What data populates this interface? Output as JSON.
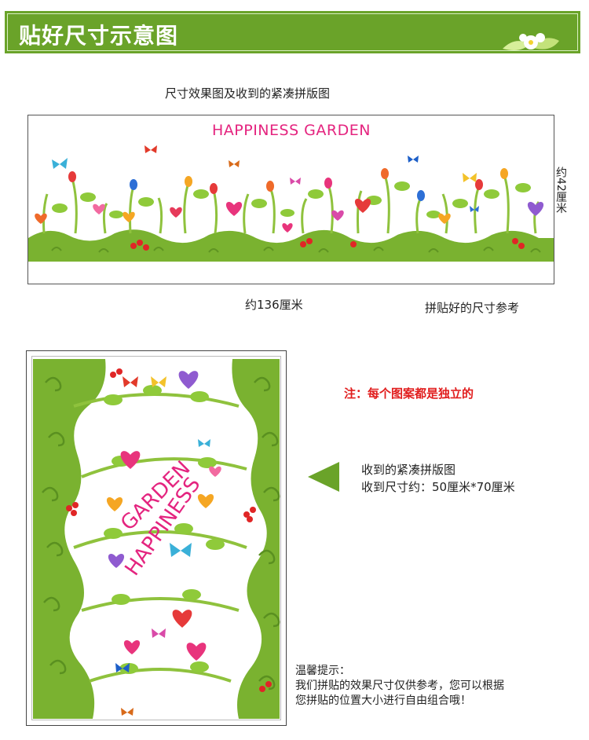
{
  "header": {
    "title": "贴好尺寸示意图"
  },
  "section1": {
    "caption": "尺寸效果图及收到的紧凑拼版图",
    "sticker_title": "HAPPINESS GARDEN",
    "height_label": "约42厘米",
    "width_label": "约136厘米",
    "reference_label": "拼贴好的尺寸参考"
  },
  "section2": {
    "arc_word1": "GARDEN",
    "arc_word2": "HAPPINESS",
    "note": "注：每个图案都是独立的",
    "received_line1": "收到的紧凑拼版图",
    "received_line2": "收到尺寸约：50厘米*70厘米"
  },
  "tips": {
    "title": "温馨提示：",
    "line1": "我们拼贴的效果尺寸仅供参考，您可以根据",
    "line2": "您拼贴的位置大小进行自由组合哦！"
  },
  "colors": {
    "header_green": "#6aa329",
    "sticker_green": "#7ab230",
    "title_pink": "#e4247f",
    "note_red": "#e11d1d"
  }
}
